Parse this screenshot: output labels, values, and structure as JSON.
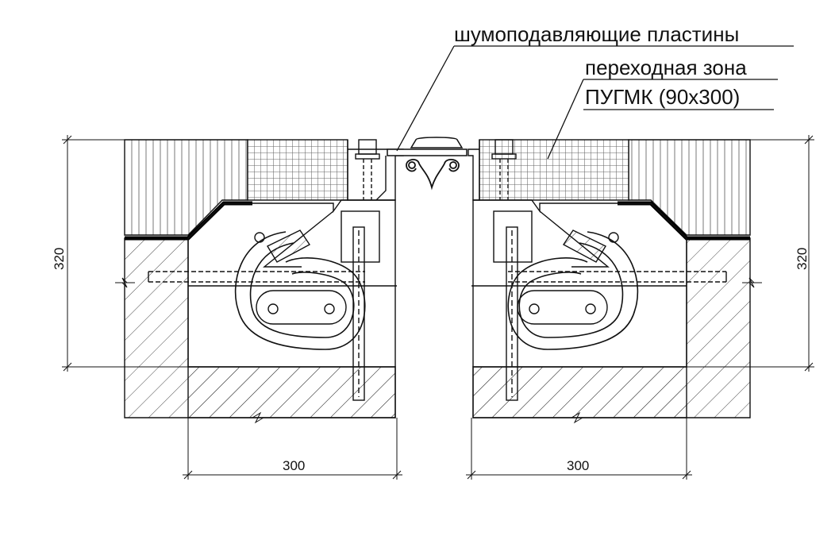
{
  "callouts": {
    "noise_plates": "шумоподавляющие пластины",
    "transition_zone": "переходная зона",
    "material": "ПУГМК (90х300)"
  },
  "dimensions": {
    "height_left": "320",
    "height_right": "320",
    "width_left": "300",
    "width_right": "300"
  },
  "colors": {
    "line": "#111111",
    "background": "#ffffff"
  }
}
